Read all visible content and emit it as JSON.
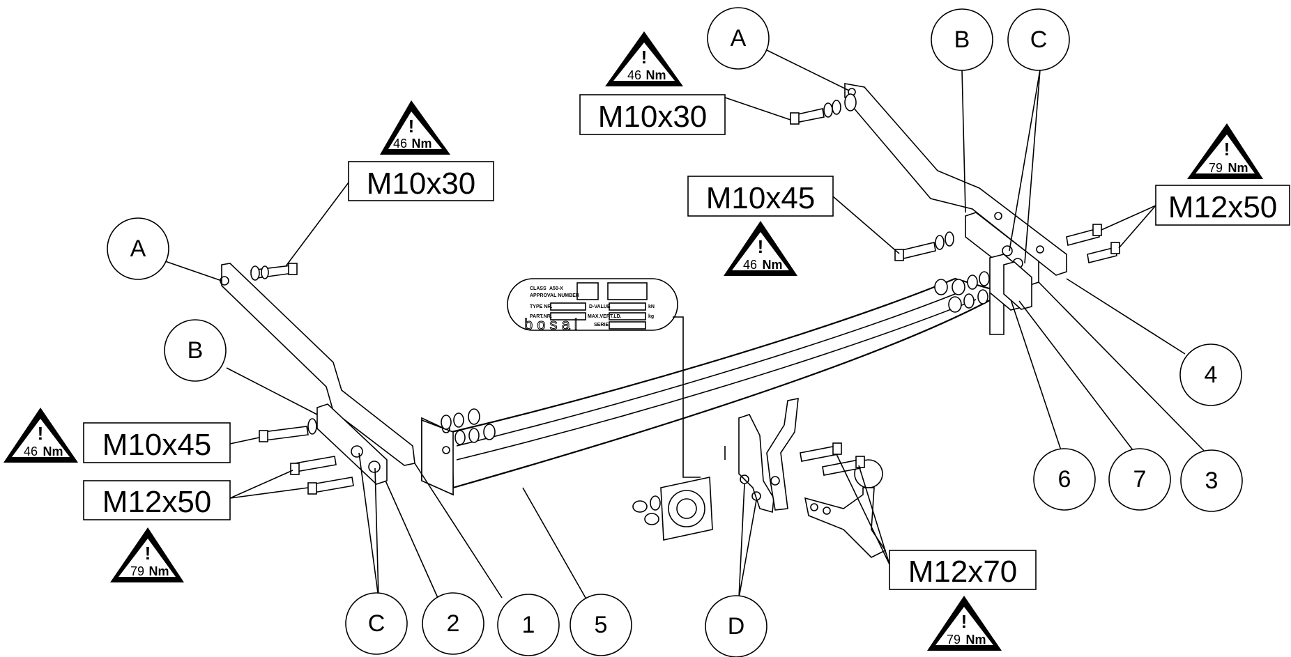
{
  "diagram": {
    "callouts": {
      "A_top": "A",
      "B_top": "B",
      "C_top": "C",
      "A_left": "A",
      "B_left": "B",
      "C_bottom": "C",
      "n2": "2",
      "n1": "1",
      "n5": "5",
      "D": "D",
      "n4": "4",
      "n6": "6",
      "n7": "7",
      "n3": "3"
    },
    "bolts": {
      "left_m10x30": "M10x30",
      "left_m10x45": "M10x45",
      "left_m12x50": "M12x50",
      "top_m10x30": "M10x30",
      "right_m10x45": "M10x45",
      "right_m12x50": "M12x50",
      "bottom_m12x70": "M12x70"
    },
    "torque": {
      "t1_value": "46",
      "t1_unit": "Nm",
      "t2_value": "46",
      "t2_unit": "Nm",
      "t3_value": "79",
      "t3_unit": "Nm",
      "t4_value": "46",
      "t4_unit": "Nm",
      "t5_value": "46",
      "t5_unit": "Nm",
      "t6_value": "79",
      "t6_unit": "Nm",
      "t7_value": "79",
      "t7_unit": "Nm"
    },
    "plate": {
      "class_label": "CLASS",
      "class_value": "A50-X",
      "approval_label": "APPROVAL NUMBER",
      "type_label": "TYPE NR.",
      "dvalue_label": "D-VALUE",
      "dvalue_unit": "kN",
      "part_label": "PART.NR.",
      "max_label": "MAX.VERT.LD.",
      "max_unit": "kg",
      "serie_label": "SERIE",
      "brand": "bosal"
    }
  }
}
